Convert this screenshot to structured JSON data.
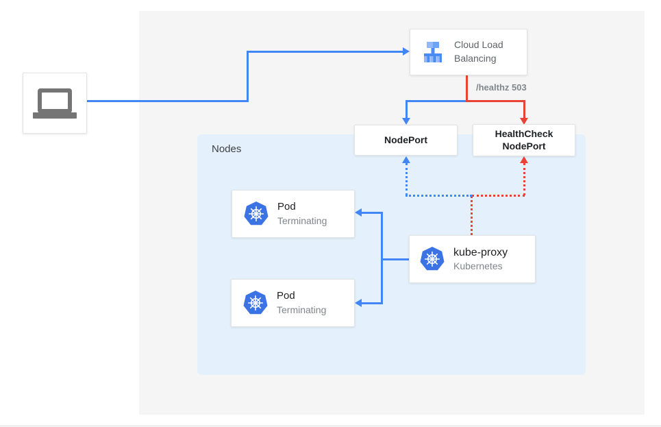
{
  "colors": {
    "blue": "#4285f4",
    "red": "#ea4335",
    "panel_bg": "#e4f1fc",
    "canvas_bg": "#f5f5f5",
    "dark_text": "#202124",
    "muted_text": "#5f6368",
    "gray_text": "#80868b",
    "kubernetes_blue": "#3b72e4"
  },
  "labels": {
    "nodes": "Nodes",
    "healthz": "/healthz 503"
  },
  "cards": {
    "laptop": {
      "icon": "laptop-icon"
    },
    "clb": {
      "title": "Cloud Load Balancing",
      "icon": "cloud-load-balancing-icon"
    },
    "nodeport": {
      "label": "NodePort"
    },
    "healthcheck": {
      "label": "HealthCheck NodePort"
    },
    "kubeproxy": {
      "title": "kube-proxy",
      "subtitle": "Kubernetes",
      "icon": "kubernetes-icon"
    }
  },
  "pods": [
    {
      "title": "Pod",
      "subtitle": "Terminating",
      "icon": "kubernetes-icon"
    },
    {
      "title": "Pod",
      "subtitle": "Terminating",
      "icon": "kubernetes-icon"
    }
  ]
}
